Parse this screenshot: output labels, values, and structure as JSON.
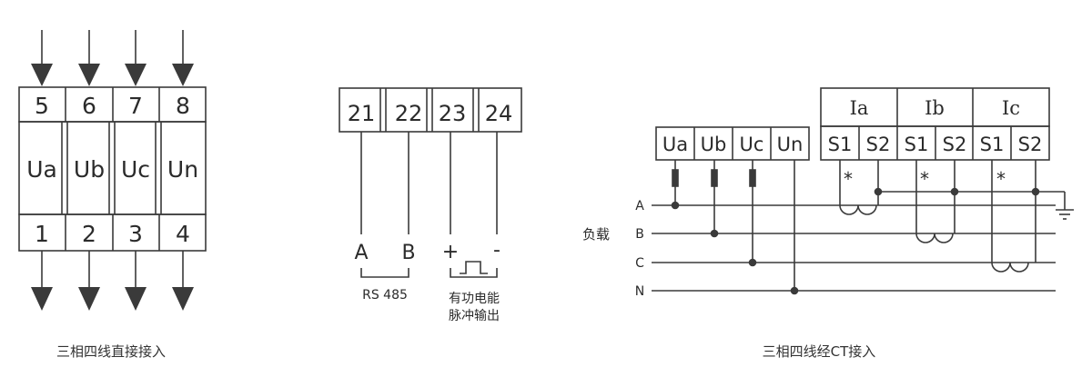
{
  "left_diagram": {
    "top_terminals": [
      "5",
      "6",
      "7",
      "8"
    ],
    "voltage_labels": [
      "Ua",
      "Ub",
      "Uc",
      "Un"
    ],
    "bottom_terminals": [
      "1",
      "2",
      "3",
      "4"
    ],
    "caption": "三相四线直接接入"
  },
  "middle_diagram": {
    "terminals": [
      "21",
      "22",
      "23",
      "24"
    ],
    "signals": [
      "A",
      "B",
      "+",
      "-"
    ],
    "rs485_label": "RS 485",
    "pulse_label_line1": "有功电能",
    "pulse_label_line2": "脉冲输出"
  },
  "right_diagram": {
    "voltage_terminals": [
      "Ua",
      "Ub",
      "Uc",
      "Un"
    ],
    "ct_groups": [
      "Ia",
      "Ib",
      "Ic"
    ],
    "ct_terminals": [
      "S1",
      "S2",
      "S1",
      "S2",
      "S1",
      "S2"
    ],
    "phase_lines": [
      "A",
      "B",
      "C",
      "N"
    ],
    "load_label": "负载",
    "polarity_mark": "*",
    "caption": "三相四线经CT接入"
  },
  "colors": {
    "line": "#3a3a3a",
    "text": "#2b2b2b"
  }
}
